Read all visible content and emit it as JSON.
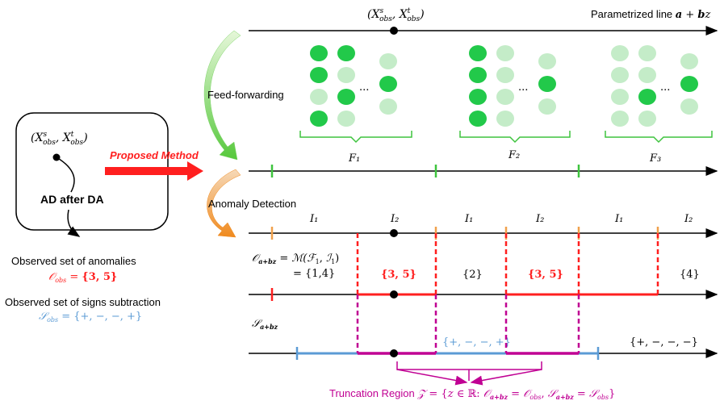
{
  "labels": {
    "line_top_point": "(X^s_obs, X^t_obs)",
    "param_line": "Parametrized line a + bz",
    "feed_forwarding": "Feed-forwarding",
    "ellipsis": "...",
    "f1": "F₁",
    "f2": "F₂",
    "f3": "F₃",
    "anomaly_detection": "Anomaly Detection",
    "i1": "I₁",
    "i2": "I₂",
    "box_point": "(X^s_obs, X^t_obs)",
    "box_title": "AD after DA",
    "proposed_method": "Proposed Method",
    "observed_anomalies": "Observed set of anomalies",
    "o_obs": "O_obs = {3, 5}",
    "observed_signs": "Observed set of signs subtraction",
    "s_obs": "S_obs = {+, −, −, +}",
    "o_abz_def": "O_a+bz = M(F₁, I₁)",
    "o_abz_val": "= {1,4}",
    "set_35": "{3, 5}",
    "set_2": "{2}",
    "set_4": "{4}",
    "s_abz": "S_a+bz",
    "signs_a": "{+, −, −, +}",
    "signs_b": "{+, −, −, −}",
    "truncation": "Truncation Region Z = {z ∈ ℝ: O_a+bz = O_obs, S_a+bz = S_obs}"
  },
  "colors": {
    "green_dark": "#22c94a",
    "green_light": "#c4ecc8",
    "red": "#ff1f1f",
    "blue": "#5b9bd5",
    "magenta": "#c00093",
    "orange": "#f0a04b",
    "bright_green": "#3ec43e"
  }
}
